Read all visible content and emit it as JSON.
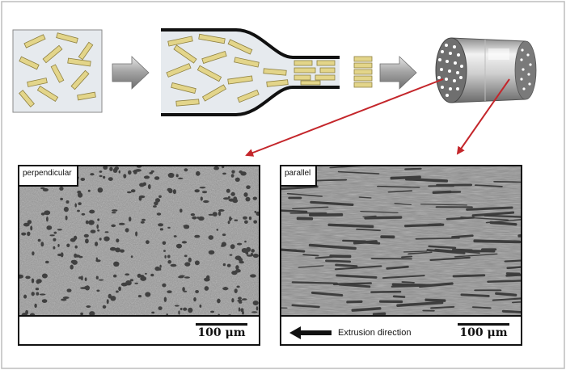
{
  "panels": {
    "perpendicular": {
      "label": "perpendicular",
      "scale": "100 μm"
    },
    "parallel": {
      "label": "parallel",
      "scale": "100 μm",
      "direction": "Extrusion direction"
    }
  },
  "colors": {
    "fiber": "#e3d58a",
    "fiber_stroke": "#8e8040",
    "red_arrow": "#c4262b",
    "gray_arrow": "#9a9a9a",
    "sem_base": "#9a9a9a",
    "outline": "#111111",
    "frame": "#bdbdbd"
  }
}
